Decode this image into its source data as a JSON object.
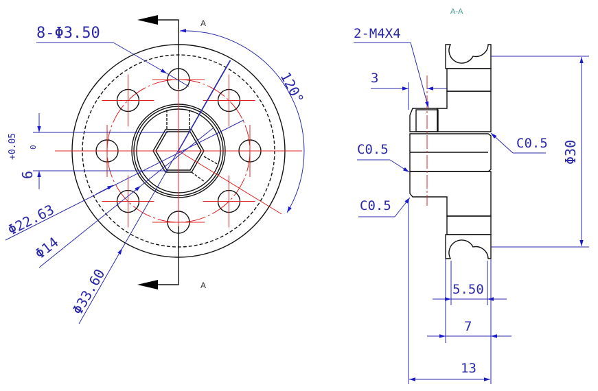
{
  "front_view": {
    "hole_pattern_label": "8-Φ3.50",
    "angle_label": "120°",
    "slot_tolerance_upper": "+0.05",
    "slot_tolerance_lower": "0",
    "slot_width": "6",
    "bolt_circle_dia": "Φ22.63",
    "hub_dia": "Φ14",
    "outer_dia": "Φ33.60",
    "section_mark_top": "A",
    "section_mark_bottom": "A"
  },
  "section_view": {
    "title": "A-A",
    "thread_label": "2-M4X4",
    "setscrew_offset": "3",
    "chamfer_right": "C0.5",
    "chamfer_left_upper": "C0.5",
    "chamfer_left_lower": "C0.5",
    "groove_dia": "Φ30",
    "groove_width": "5.50",
    "flange_width": "7",
    "total_width": "13"
  },
  "colors": {
    "dimension": "#2a2aa8",
    "centerline": "#e02020",
    "outline": "#111111",
    "hatch": "#2f8f6f"
  }
}
